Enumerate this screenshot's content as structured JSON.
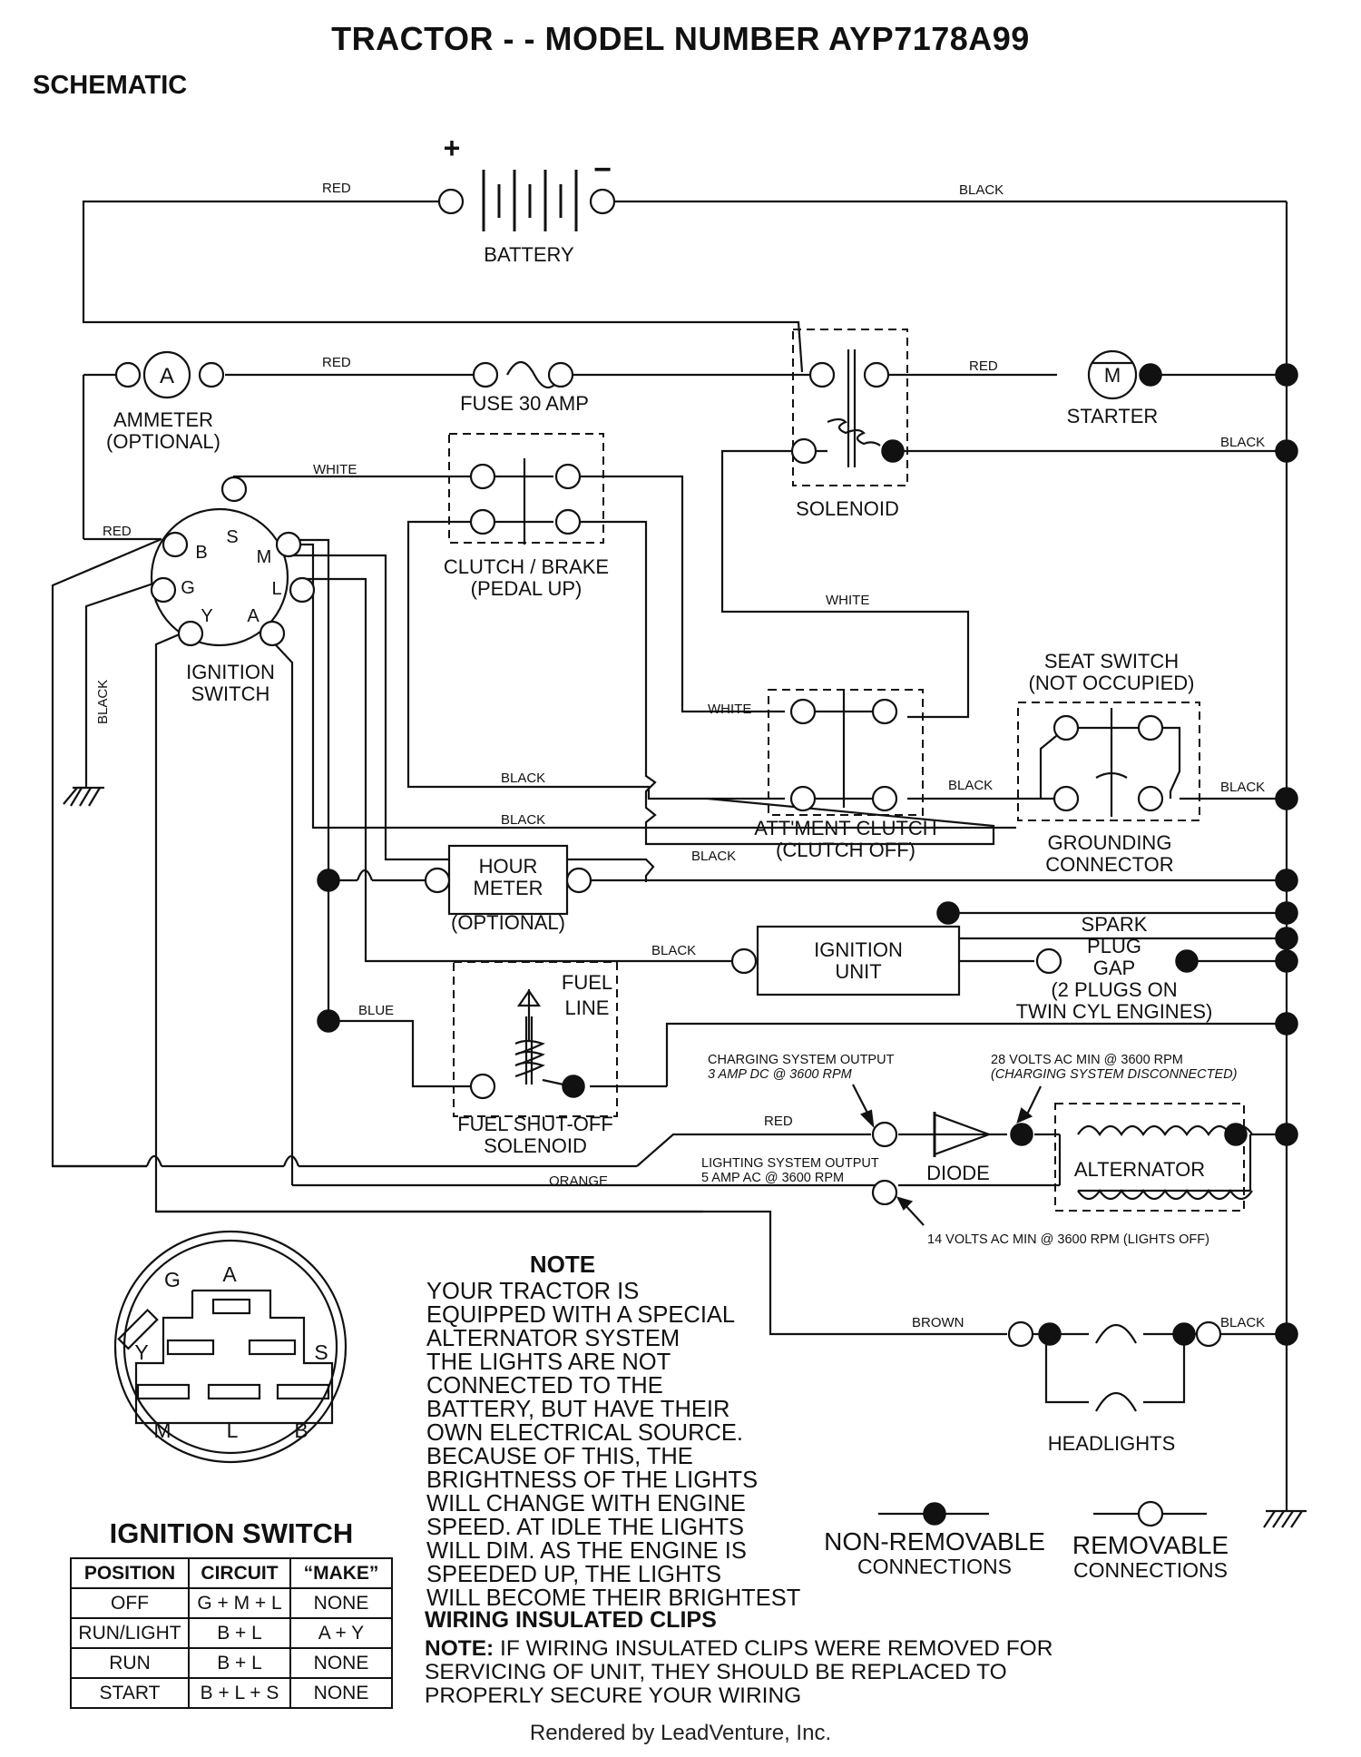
{
  "title": "TRACTOR - - MODEL NUMBER AYP7178A99",
  "section": "SCHEMATIC",
  "components": {
    "battery": "BATTERY",
    "battery_plus": "+",
    "battery_minus": "−",
    "ammeter_symbol": "A",
    "ammeter_l1": "AMMETER",
    "ammeter_l2": "(OPTIONAL)",
    "fuse": "FUSE 30 AMP",
    "starter_symbol": "M",
    "starter": "STARTER",
    "solenoid": "SOLENOID",
    "clutch_l1": "CLUTCH / BRAKE",
    "clutch_l2": "(PEDAL UP)",
    "ignition_switch_l1": "IGNITION",
    "ignition_switch_l2": "SWITCH",
    "seat_l1": "SEAT SWITCH",
    "seat_l2": "(NOT OCCUPIED)",
    "att_l1": "ATT'MENT CLUTCH",
    "att_l2": "(CLUTCH OFF)",
    "grounding_l1": "GROUNDING",
    "grounding_l2": "CONNECTOR",
    "hour_l1": "HOUR",
    "hour_l2": "METER",
    "hour_l3": "(OPTIONAL)",
    "ign_unit_l1": "IGNITION",
    "ign_unit_l2": "UNIT",
    "spark_l1": "SPARK",
    "spark_l2": "PLUG",
    "spark_l3": "GAP",
    "spark_l4": "(2 PLUGS ON",
    "spark_l5": "TWIN CYL  ENGINES)",
    "fuel_l1": "FUEL",
    "fuel_l2": "LINE",
    "fuel_sol_l1": "FUEL SHUT-OFF",
    "fuel_sol_l2": "SOLENOID",
    "charging_l1": "CHARGING SYSTEM OUTPUT",
    "charging_l2": "3 AMP DC @ 3600 RPM",
    "volts28_l1": "28 VOLTS AC MIN  @ 3600 RPM",
    "volts28_l2": "(CHARGING SYSTEM DISCONNECTED)",
    "diode": "DIODE",
    "alternator": "ALTERNATOR",
    "lighting_l1": "LIGHTING SYSTEM OUTPUT",
    "lighting_l2": "5 AMP AC @ 3600 RPM",
    "volts14": "14 VOLTS AC MIN  @  3600 RPM (LIGHTS OFF)",
    "headlights": "HEADLIGHTS",
    "nonrem_l1": "NON-REMOVABLE",
    "nonrem_l2": "CONNECTIONS",
    "rem_l1": "REMOVABLE",
    "rem_l2": "CONNECTIONS"
  },
  "switch_terminals": [
    "S",
    "B",
    "M",
    "G",
    "L",
    "Y",
    "A"
  ],
  "wire_colors": {
    "red": "RED",
    "black": "BLACK",
    "white": "WHITE",
    "blue": "BLUE",
    "orange": "ORANGE",
    "brown": "BROWN"
  },
  "note": {
    "heading": "NOTE",
    "lines": [
      "YOUR TRACTOR IS",
      "EQUIPPED WITH A SPECIAL",
      "ALTERNATOR SYSTEM",
      "THE LIGHTS ARE NOT",
      "CONNECTED TO THE",
      "BATTERY, BUT HAVE THEIR",
      "OWN ELECTRICAL SOURCE.",
      "BECAUSE OF THIS, THE",
      "BRIGHTNESS OF THE LIGHTS",
      "WILL CHANGE WITH ENGINE",
      "SPEED.  AT IDLE THE LIGHTS",
      "WILL DIM.  AS THE ENGINE IS",
      "SPEEDED UP, THE LIGHTS",
      "WILL BECOME THEIR BRIGHTEST"
    ]
  },
  "clips": {
    "heading": "WIRING INSULATED CLIPS",
    "lead": "NOTE:",
    "lines": [
      " IF WIRING INSULATED CLIPS WERE REMOVED FOR",
      "SERVICING OF UNIT, THEY SHOULD BE REPLACED TO",
      "PROPERLY SECURE YOUR WIRING"
    ]
  },
  "ignition_switch_table": {
    "title": "IGNITION SWITCH",
    "headers": [
      "POSITION",
      "CIRCUIT",
      "“MAKE”"
    ],
    "rows": [
      [
        "OFF",
        "G + M + L",
        "NONE"
      ],
      [
        "RUN/LIGHT",
        "B + L",
        "A + Y"
      ],
      [
        "RUN",
        "B + L",
        "NONE"
      ],
      [
        "START",
        "B + L + S",
        "NONE"
      ]
    ]
  },
  "switch_face_letters": [
    "G",
    "A",
    "Y",
    "S",
    "M",
    "L",
    "B"
  ],
  "footer": "Rendered by LeadVenture, Inc."
}
